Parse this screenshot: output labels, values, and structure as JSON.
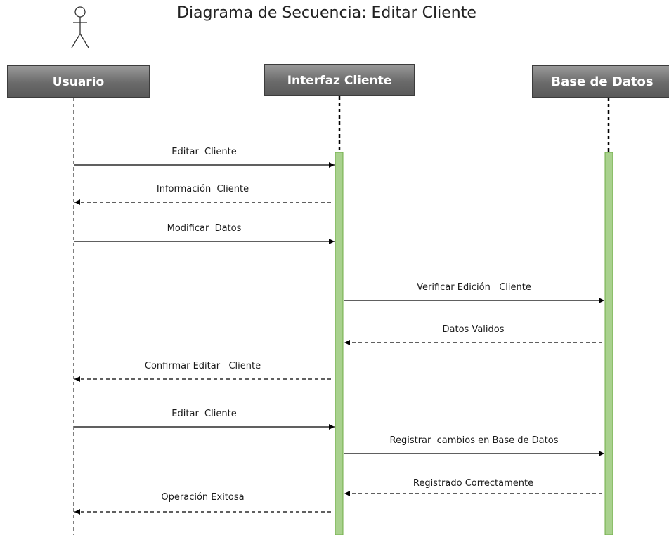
{
  "title": "Diagrama de Secuencia: Editar Cliente",
  "lifelines": [
    {
      "label": "Usuario"
    },
    {
      "label": "Interfaz Cliente"
    },
    {
      "label": "Base de Datos"
    }
  ],
  "messages": [
    {
      "label": "Editar  Cliente",
      "from": 0,
      "to": 1,
      "type": "sync"
    },
    {
      "label": "Información  Cliente",
      "from": 1,
      "to": 0,
      "type": "return"
    },
    {
      "label": "Modificar  Datos",
      "from": 0,
      "to": 1,
      "type": "sync"
    },
    {
      "label": "Verificar Edición   Cliente",
      "from": 1,
      "to": 2,
      "type": "sync"
    },
    {
      "label": "Datos Validos",
      "from": 2,
      "to": 1,
      "type": "return"
    },
    {
      "label": "Confirmar Editar   Cliente",
      "from": 1,
      "to": 0,
      "type": "return"
    },
    {
      "label": "Editar  Cliente",
      "from": 0,
      "to": 1,
      "type": "sync"
    },
    {
      "label": "Registrar  cambios en Base de Datos",
      "from": 1,
      "to": 2,
      "type": "sync"
    },
    {
      "label": "Registrado Correctamente",
      "from": 2,
      "to": 1,
      "type": "return"
    },
    {
      "label": "Operación Exitosa",
      "from": 1,
      "to": 0,
      "type": "return"
    }
  ],
  "colors": {
    "activation_fill": "#a9d18e",
    "activation_stroke": "#70ad47",
    "box_fill": "#7f7f7f",
    "line": "#000000"
  },
  "icons": [
    "actor-stick-figure-icon"
  ]
}
